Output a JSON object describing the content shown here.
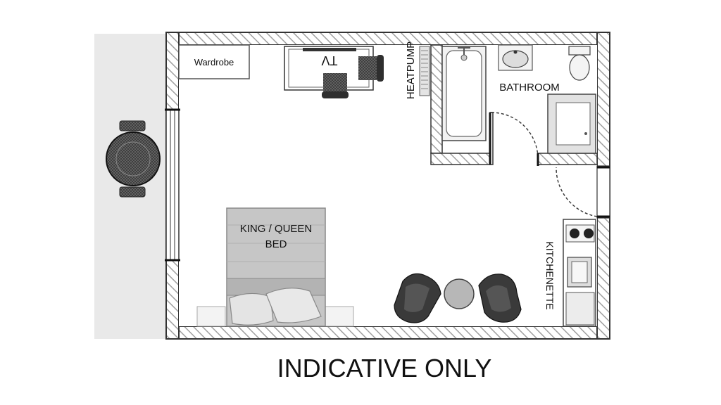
{
  "labels": {
    "wardrobe": "Wardrobe",
    "tv": "TV",
    "heatpump": "HEATPUMP",
    "bathroom": "BATHROOM",
    "bed_line1": "KING / QUEEN",
    "bed_line2": "BED",
    "kitchenette": "KITCHENETTE",
    "disclaimer": "INDICATIVE ONLY"
  },
  "colors": {
    "background": "#ffffff",
    "balcony": "#e9e9e9",
    "wall": "#444444",
    "hatch": "#9a9a9a",
    "bed": "#c9c9c9",
    "chair": "#3a3a3a",
    "table": "#b7b7b7"
  }
}
